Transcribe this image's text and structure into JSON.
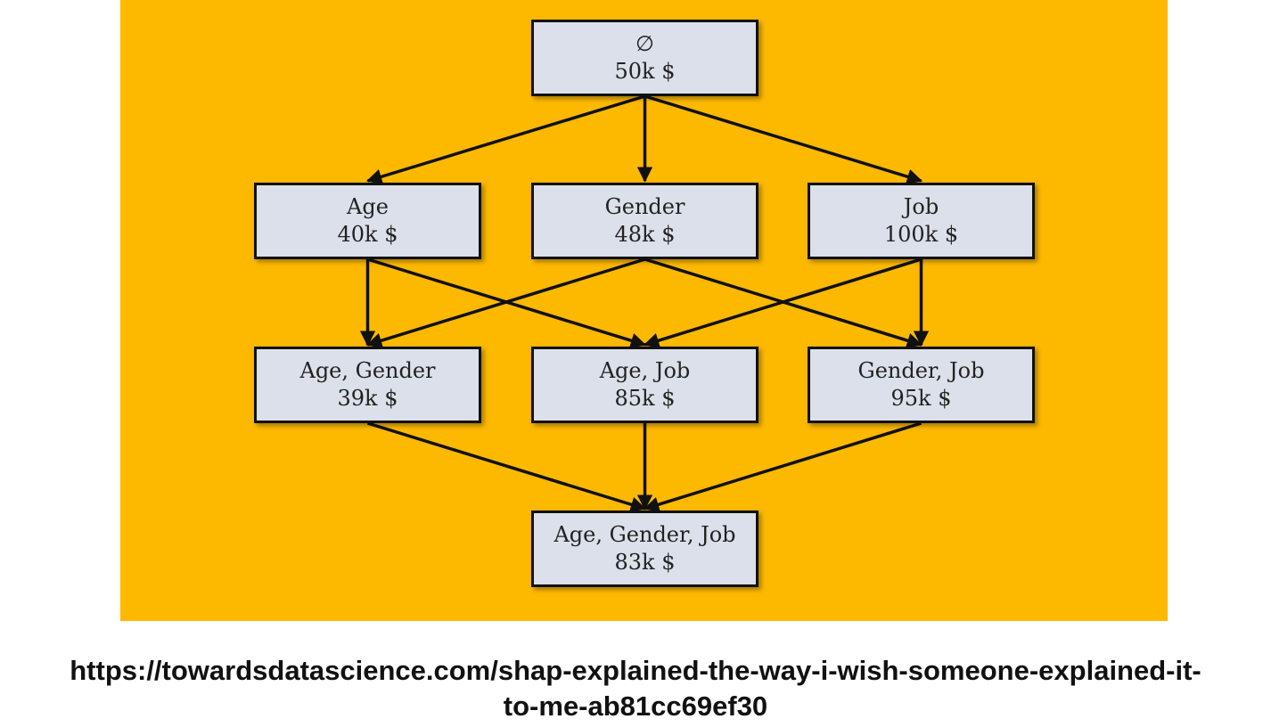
{
  "colors": {
    "panel_background": "#FDB900",
    "node_fill": "#DCE0EA",
    "node_border": "#111111",
    "edge": "#111111"
  },
  "nodes": {
    "empty": {
      "label": "∅",
      "value": "50k $"
    },
    "age": {
      "label": "Age",
      "value": "40k $"
    },
    "gender": {
      "label": "Gender",
      "value": "48k $"
    },
    "job": {
      "label": "Job",
      "value": "100k $"
    },
    "age_gender": {
      "label": "Age, Gender",
      "value": "39k $"
    },
    "age_job": {
      "label": "Age, Job",
      "value": "85k $"
    },
    "gender_job": {
      "label": "Gender, Job",
      "value": "95k $"
    },
    "age_gender_job": {
      "label": "Age, Gender, Job",
      "value": "83k $"
    }
  },
  "edges": [
    [
      "empty",
      "age"
    ],
    [
      "empty",
      "gender"
    ],
    [
      "empty",
      "job"
    ],
    [
      "age",
      "age_gender"
    ],
    [
      "age",
      "age_job"
    ],
    [
      "gender",
      "age_gender"
    ],
    [
      "gender",
      "gender_job"
    ],
    [
      "job",
      "age_job"
    ],
    [
      "job",
      "gender_job"
    ],
    [
      "age_gender",
      "age_gender_job"
    ],
    [
      "age_job",
      "age_gender_job"
    ],
    [
      "gender_job",
      "age_gender_job"
    ]
  ],
  "caption": {
    "line1": "https://towardsdatascience.com/shap-explained-the-way-i-wish-someone-explained-it-",
    "line2": "to-me-ab81cc69ef30"
  }
}
